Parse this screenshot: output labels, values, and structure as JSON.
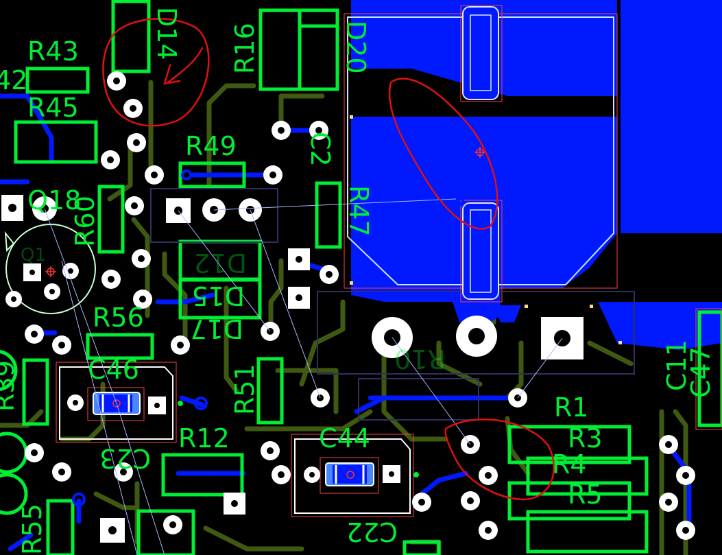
{
  "colors": {
    "background": "#000000",
    "silkscreen": "#00ee33",
    "top_copper": "#0019ff",
    "bottom_copper": "#3f5a10",
    "pad": "#ffffff",
    "annotation": "#e01010",
    "ratsnest": "#a8b8ff",
    "board_outline": "#9fd8ff"
  },
  "labels": {
    "r43": "R43",
    "r42": "42",
    "r45": "R45",
    "d14": "D14",
    "r16": "R16",
    "d20": "D20",
    "r49": "R49",
    "c2": "C2",
    "q18": "Q18",
    "r60": "R60",
    "r47": "R47",
    "d12": "D12",
    "d15": "D15",
    "d17": "D17",
    "r56": "R56",
    "c46": "C46",
    "r51": "R51",
    "r10": "R10",
    "c11": "C11",
    "c47": "C47",
    "r1": "R1",
    "r3": "R3",
    "r4": "R4",
    "r5": "R5",
    "r12": "R12",
    "c23": "C23",
    "c44": "C44",
    "c22": "C22",
    "r39": "R39",
    "r55": "R55",
    "q1": "Q1"
  }
}
